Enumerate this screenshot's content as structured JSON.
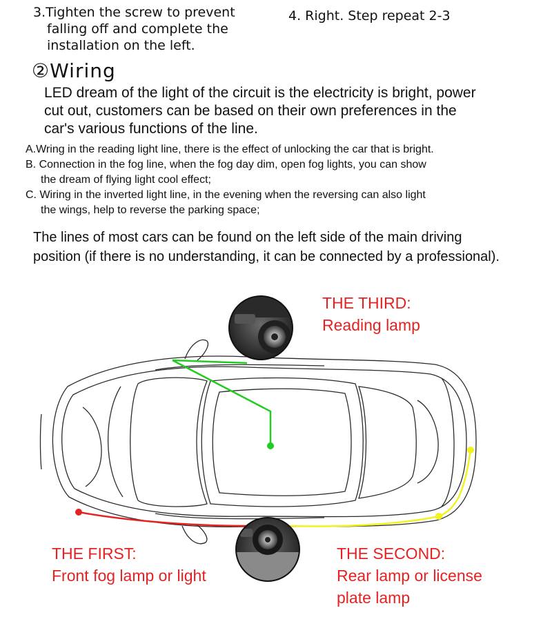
{
  "steps": {
    "step3_lines": [
      "3.Tighten the screw to prevent",
      "falling off and complete the",
      "installation on the left."
    ],
    "step4": "4. Right. Step repeat 2-3"
  },
  "wiring": {
    "title": "②Wiring",
    "intro_lines": [
      "LED dream of the light of the circuit is the electricity is bright, power",
      "cut out, customers can be based on their own preferences in the",
      "car's various functions of the line."
    ],
    "items": [
      {
        "lines": [
          "A.Wring in the reading light line, there is the effect of unlocking the car that is bright."
        ]
      },
      {
        "lines": [
          "B. Connection in the fog line, when the fog day dim, open fog lights, you can show",
          "the dream of flying light cool effect;"
        ]
      },
      {
        "lines": [
          "C. Wiring in the inverted light line, in the evening when the reversing can also light",
          "the wings, help to reverse the parking space;"
        ]
      }
    ],
    "summary_lines": [
      "The lines of most cars can be found on the left side of the main driving",
      "position (if there is no understanding, it can be connected by a professional)."
    ]
  },
  "diagram": {
    "third": {
      "title": "THE THIRD:",
      "desc": "Reading lamp"
    },
    "first": {
      "title": "THE FIRST:",
      "desc": "Front fog lamp or light"
    },
    "second": {
      "title": "THE SECOND:",
      "desc_lines": [
        "Rear lamp or license",
        "plate lamp"
      ]
    },
    "colors": {
      "label": "#e52222",
      "reading_wire": "#22cc22",
      "fog_wire": "#e52222",
      "rear_wire": "#f2f21c"
    }
  }
}
